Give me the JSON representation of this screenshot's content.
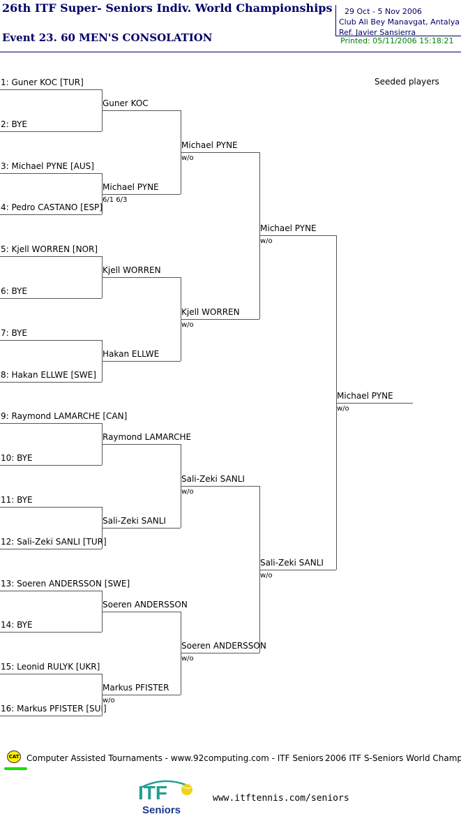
{
  "header": {
    "title": "26th ITF Super- Seniors Indiv. World Championships",
    "event": "Event 23. 60 MEN'S CONSOLATION",
    "dates": "29 Oct - 5 Nov 2006",
    "venue": "Club Ali Bey Manavgat, Antalya",
    "referee": "Ref. Javier Sansierra",
    "printed": "Printed: 05/11/2006 15:18:21"
  },
  "seeded_label": "Seeded players",
  "draw": {
    "round1": [
      "1: Guner KOC [TUR]",
      "2: BYE",
      "3: Michael PYNE [AUS]",
      "4: Pedro CASTANO [ESP]",
      "5: Kjell WORREN [NOR]",
      "6: BYE",
      "7: BYE",
      "8: Hakan ELLWE [SWE]",
      "9: Raymond LAMARCHE [CAN]",
      "10: BYE",
      "11: BYE",
      "12: Sali-Zeki SANLI [TUR]",
      "13: Soeren ANDERSSON [SWE]",
      "14: BYE",
      "15: Leonid RULYK [UKR]",
      "16: Markus PFISTER [SUI]"
    ],
    "round2": [
      {
        "name": "Guner KOC",
        "score": ""
      },
      {
        "name": "Michael PYNE",
        "score": "6/1 6/3"
      },
      {
        "name": "Kjell WORREN",
        "score": ""
      },
      {
        "name": "Hakan ELLWE",
        "score": ""
      },
      {
        "name": "Raymond LAMARCHE",
        "score": ""
      },
      {
        "name": "Sali-Zeki SANLI",
        "score": ""
      },
      {
        "name": "Soeren ANDERSSON",
        "score": ""
      },
      {
        "name": "Markus PFISTER",
        "score": "w/o"
      }
    ],
    "round3": [
      {
        "name": "Michael PYNE",
        "score": "w/o"
      },
      {
        "name": "Kjell WORREN",
        "score": "w/o"
      },
      {
        "name": "Sali-Zeki SANLI",
        "score": "w/o"
      },
      {
        "name": "Soeren ANDERSSON",
        "score": "w/o"
      }
    ],
    "semifinal": [
      {
        "name": "Michael PYNE",
        "score": "w/o"
      },
      {
        "name": "Sali-Zeki SANLI",
        "score": "w/o"
      }
    ],
    "final": {
      "name": "Michael PYNE",
      "score": "w/o"
    }
  },
  "footer": {
    "cat_badge": "CAT",
    "credit": "Computer Assisted Tournaments - www.92computing.com -  ITF Seniors",
    "event_name": "2006 ITF S-Seniors World Champ",
    "logo_text": "ITF",
    "logo_sub": "Seniors",
    "url": "www.itftennis.com/seniors"
  }
}
